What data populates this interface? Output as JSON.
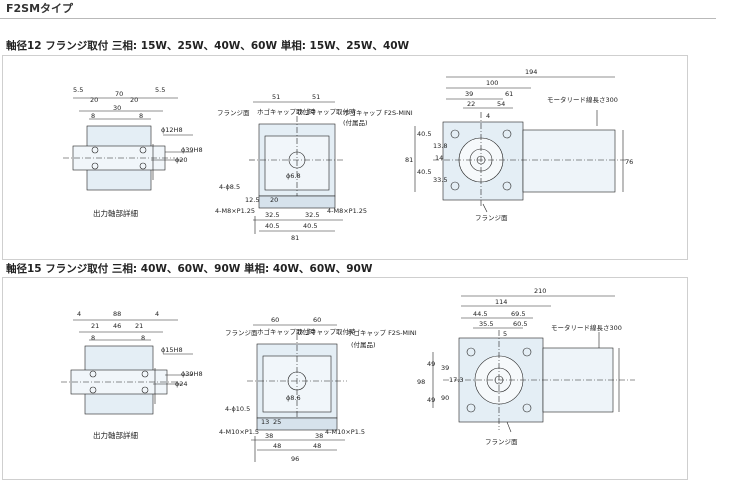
{
  "page": {
    "title": "F2SMタイプ"
  },
  "sections": [
    {
      "title": "軸径12 フランジ取付 三相: 15W、25W、40W、60W 単相: 15W、25W、40W",
      "detail": {
        "caption": "出力軸部詳細",
        "dims": [
          "5.5",
          "20",
          "20",
          "70",
          "30",
          "5.5",
          "8",
          "8",
          "ϕ12H8",
          "ϕ39H8",
          "ϕ20"
        ]
      },
      "front": {
        "labels": [
          "フランジ面",
          "ホゴキャップ取付時",
          "ホゴキャップ取付時",
          "ホゴキャップ F2S-MINI",
          "(付属品)"
        ],
        "dims": [
          "51",
          "51",
          "ϕ6.8",
          "4-ϕ8.5",
          "12.5",
          "20",
          "4-M8×P1.25",
          "4-M8×P1.25",
          "32.5",
          "32.5",
          "40.5",
          "40.5",
          "81"
        ]
      },
      "side": {
        "labels": [
          "モータリード線長さ300",
          "フランジ面"
        ],
        "dims": [
          "194",
          "100",
          "39",
          "61",
          "22",
          "54",
          "4",
          "40.5",
          "40.5",
          "81",
          "13.8",
          "14",
          "33.5",
          "76"
        ]
      }
    },
    {
      "title": "軸径15 フランジ取付 三相: 40W、60W、90W 単相: 40W、60W、90W",
      "detail": {
        "caption": "出力軸部詳細",
        "dims": [
          "4",
          "88",
          "4",
          "21",
          "46",
          "21",
          "8",
          "8",
          "ϕ15H8",
          "ϕ39H8",
          "ϕ24"
        ]
      },
      "front": {
        "labels": [
          "フランジ面",
          "ホゴキャップ取付時",
          "ホゴキャップ取付時",
          "ホゴキャップ F2S-MINI",
          "(付属品)"
        ],
        "dims": [
          "60",
          "60",
          "ϕ8.6",
          "4-ϕ10.5",
          "13",
          "25",
          "4-M10×P1.5",
          "4-M10×P1.5",
          "38",
          "38",
          "48",
          "48",
          "96"
        ]
      },
      "side": {
        "labels": [
          "モータリード線長さ300",
          "フランジ面"
        ],
        "dims": [
          "210",
          "114",
          "44.5",
          "69.5",
          "35.5",
          "60.5",
          "5",
          "49",
          "49",
          "98",
          "39",
          "17.3",
          "90"
        ]
      }
    }
  ]
}
